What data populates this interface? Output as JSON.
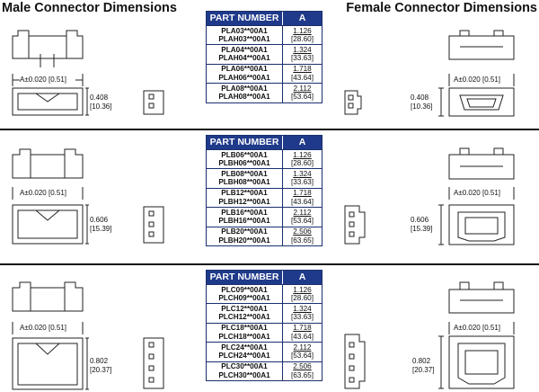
{
  "titles": {
    "male": "Male Connector Dimensions",
    "female": "Female Connector Dimensions"
  },
  "table_header": {
    "part_number": "PART NUMBER",
    "a": "A"
  },
  "sections": [
    {
      "a_dim": "A±0.020 [0.51]",
      "height_in": "0.408",
      "height_mm": "[10.36]",
      "rows": [
        {
          "parts": [
            "PLA03**00A1",
            "PLAH03**00A1"
          ],
          "in": "1.126",
          "mm": "[28.60]"
        },
        {
          "parts": [
            "PLA04**00A1",
            "PLAH04**00A1"
          ],
          "in": "1.324",
          "mm": "[33.63]"
        },
        {
          "parts": [
            "PLA06**00A1",
            "PLAH06**00A1"
          ],
          "in": "1.718",
          "mm": "[43.64]"
        },
        {
          "parts": [
            "PLA08**00A1",
            "PLAH08**00A1"
          ],
          "in": "2.112",
          "mm": "[53.64]"
        }
      ]
    },
    {
      "a_dim": "A±0.020 [0.51]",
      "height_in": "0.606",
      "height_mm": "[15.39]",
      "rows": [
        {
          "parts": [
            "PLB06**00A1",
            "PLBH06**00A1"
          ],
          "in": "1.126",
          "mm": "[28.60]"
        },
        {
          "parts": [
            "PLB08**00A1",
            "PLBH08**00A1"
          ],
          "in": "1.324",
          "mm": "[33.63]"
        },
        {
          "parts": [
            "PLB12**00A1",
            "PLBH12**00A1"
          ],
          "in": "1.718",
          "mm": "[43.64]"
        },
        {
          "parts": [
            "PLB16**00A1",
            "PLBH16**00A1"
          ],
          "in": "2.112",
          "mm": "[53.64]"
        },
        {
          "parts": [
            "PLB20**00A1",
            "PLBH20**00A1"
          ],
          "in": "2.506",
          "mm": "[63.65]"
        }
      ]
    },
    {
      "a_dim": "A±0.020 [0.51]",
      "height_in": "0.802",
      "height_mm": "[20.37]",
      "rows": [
        {
          "parts": [
            "PLC09**00A1",
            "PLCH09**00A1"
          ],
          "in": "1.126",
          "mm": "[28.60]"
        },
        {
          "parts": [
            "PLC12**00A1",
            "PLCH12**00A1"
          ],
          "in": "1.324",
          "mm": "[33.63]"
        },
        {
          "parts": [
            "PLC18**00A1",
            "PLCH18**00A1"
          ],
          "in": "1.718",
          "mm": "[43.64]"
        },
        {
          "parts": [
            "PLC24**00A1",
            "PLCH24**00A1"
          ],
          "in": "2.112",
          "mm": "[53.64]"
        },
        {
          "parts": [
            "PLC30**00A1",
            "PLCH30**00A1"
          ],
          "in": "2.506",
          "mm": "[63.65]"
        }
      ]
    }
  ]
}
